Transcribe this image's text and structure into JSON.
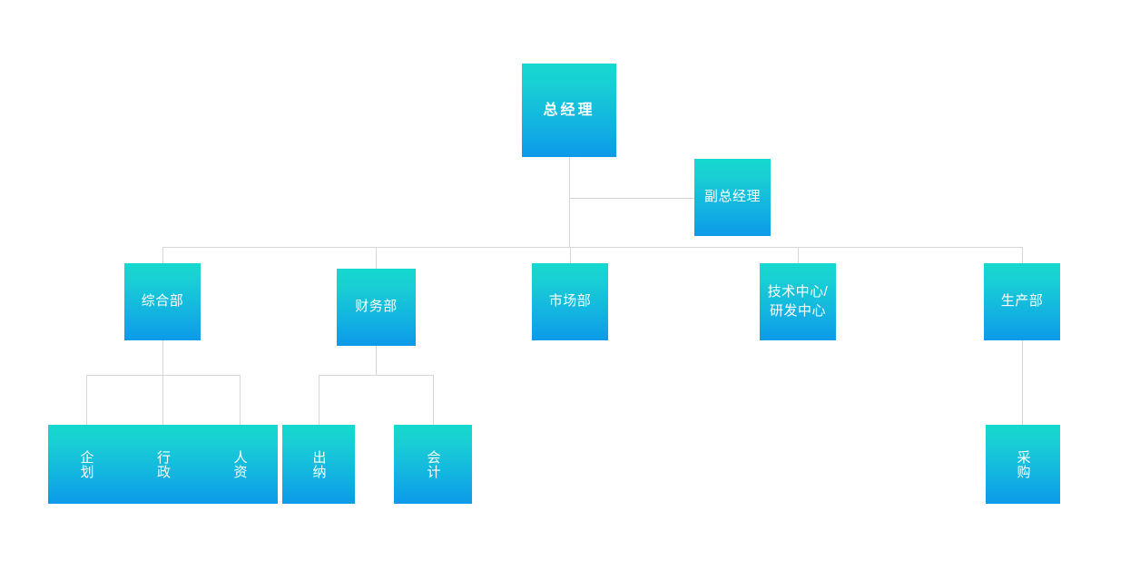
{
  "chart": {
    "title": "",
    "type": "org-chart",
    "background": "#ffffff",
    "node_gradient_from": "#15d9cf",
    "node_gradient_to": "#0d9ae9",
    "connector_color": "#d4d6d8",
    "text_color": "#ffffff"
  },
  "nodes": {
    "general_manager": {
      "label": "总经理"
    },
    "deputy_general_manager": {
      "label": "副总经理"
    },
    "general_affairs": {
      "label": "综合部"
    },
    "finance": {
      "label": "财务部"
    },
    "marketing": {
      "label": "市场部"
    },
    "tech_center": {
      "label": "技术中心/\n研发中心"
    },
    "production": {
      "label": "生产部"
    },
    "planning": {
      "label": "企划"
    },
    "administration": {
      "label": "行政"
    },
    "human_resources": {
      "label": "人资"
    },
    "cashier": {
      "label": "出纳"
    },
    "accounting": {
      "label": "会计"
    },
    "procurement": {
      "label": "采购"
    }
  }
}
